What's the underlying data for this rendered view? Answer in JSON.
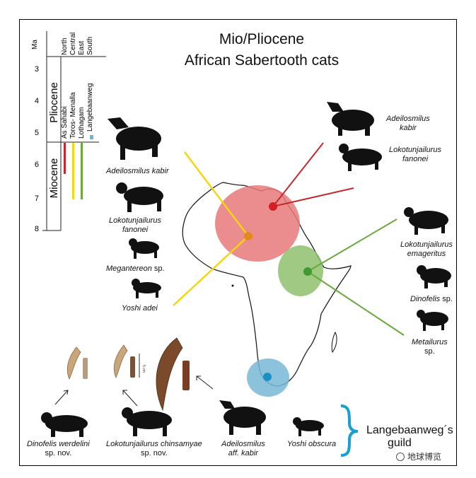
{
  "title_line1": "Mio/Pliocene",
  "title_line2": "African Sabertooth cats",
  "timescale": {
    "axis_label": "Ma",
    "ticks": [
      "3",
      "4",
      "5",
      "6",
      "7",
      "8"
    ],
    "epochs": [
      "Pliocene",
      "Miocene"
    ],
    "region_headers": [
      "North",
      "Central",
      "East",
      "South"
    ],
    "sites": [
      "As Sahabi",
      "Toros- Menalla",
      "Lothagam",
      "Langebaanweg"
    ]
  },
  "labels": {
    "adeilosmilus_kabir_left": "Adeilosmilus kabir",
    "lokotunjailurus_fanonei_left_1": "Lokotunjailurus",
    "lokotunjailurus_fanonei_left_2": "fanonei",
    "megantereon_genus": "Megantereon",
    "megantereon_sp": " sp.",
    "yoshi_adei": "Yoshi adei",
    "adeilosmilus_kabir_right_1": "Adeilosmilus",
    "adeilosmilus_kabir_right_2": "kabir",
    "lokotunjailurus_fanonei_right_1": "Lokotunjailurus",
    "lokotunjailurus_fanonei_right_2": "fanonei",
    "lokotunjailurus_emageritus_1": "Lokotunjailurus",
    "lokotunjailurus_emageritus_2": "emageritus",
    "dinofelis_genus": "Dinofelis",
    "dinofelis_sp": " sp.",
    "metailurus_1": "Metailurus",
    "metailurus_2": "sp.",
    "dinofelis_werdelini_1": "Dinofelis werdelini",
    "dinofelis_werdelini_2": "sp. nov.",
    "lokotunjailurus_chinsamyae_1": "Lokotunjailurus chinsamyae",
    "lokotunjailurus_chinsamyae_2": "sp. nov.",
    "adeilosmilus_aff_kabir_1": "Adeilosmilus",
    "adeilosmilus_aff_kabir_2": "aff. kabir",
    "yoshi_obscura": "Yoshi obscura",
    "guild_line1": "Langebaanweg´s",
    "guild_line2": "guild",
    "scale_label": "5 cm"
  },
  "watermark": "地球博览",
  "colors": {
    "north": "#e8797b",
    "north_dot": "#d21f26",
    "north_line": "#c22a2f",
    "central": "#f5b041",
    "central_dot": "#e28a1a",
    "central_line": "#f6d40f",
    "east": "#8fbf6d",
    "east_dot": "#3f9a2f",
    "east_line": "#6aa83b",
    "south": "#78b7d6",
    "south_dot": "#1a8fc4",
    "south_bar": "#6ab4e0",
    "brace": "#1a9fd0",
    "silhouette": "#111111"
  }
}
